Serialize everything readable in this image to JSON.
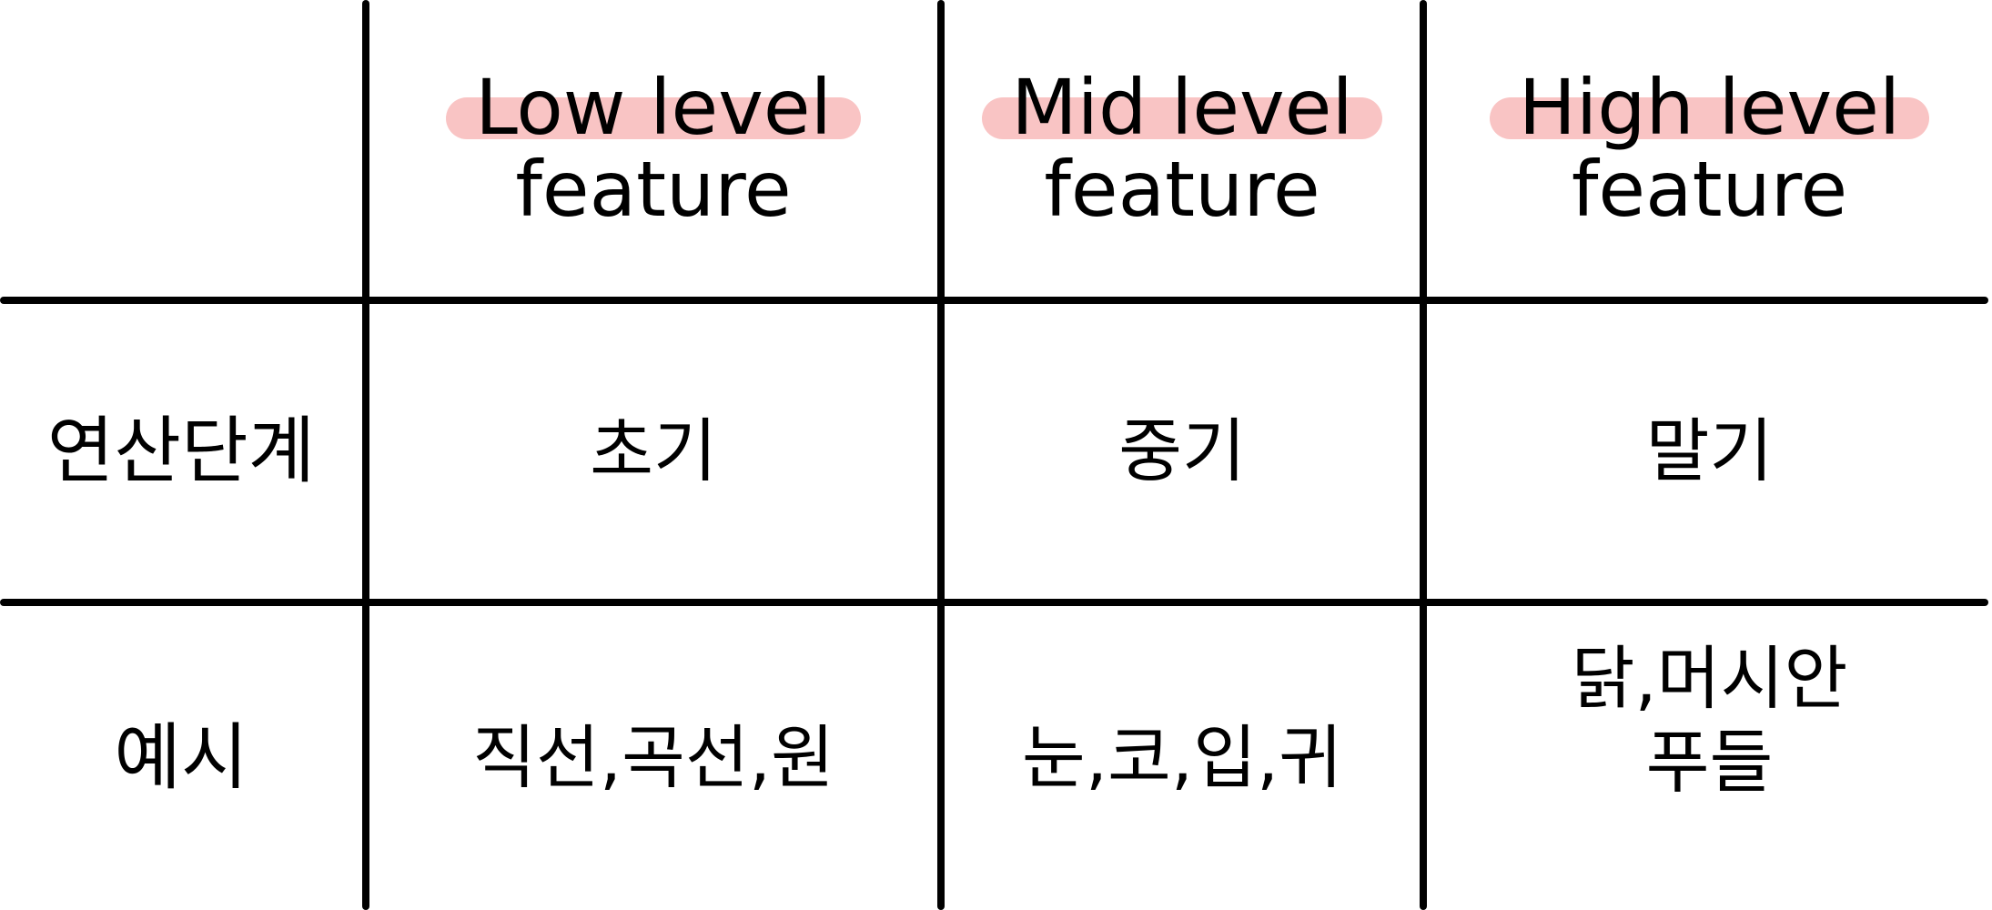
{
  "table": {
    "headers": [
      {
        "title": "Low level",
        "subtitle": "feature"
      },
      {
        "title": "Mid level",
        "subtitle": "feature"
      },
      {
        "title": "High level",
        "subtitle": "feature"
      }
    ],
    "rows": [
      {
        "label": "연산단계",
        "cells": [
          "초기",
          "중기",
          "말기"
        ]
      },
      {
        "label": "예시",
        "cells": [
          "직선,곡선,원",
          "눈,코,입,귀",
          [
            "닭,머시안",
            "푸들"
          ]
        ]
      }
    ]
  },
  "colors": {
    "highlight": "#f9c4c4",
    "ink": "#000000",
    "background": "#ffffff"
  }
}
